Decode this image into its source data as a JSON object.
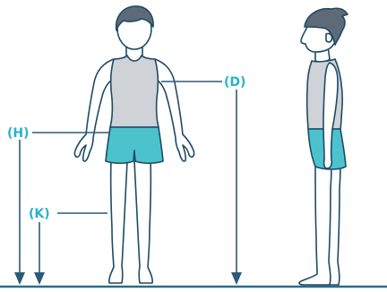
{
  "labels": {
    "D": "(D)",
    "H": "(H)",
    "K": "(K)"
  },
  "colors": {
    "label": "#27b3c6",
    "line": "#2d5a78",
    "skin": "#ffffff",
    "outline": "#1e4a66",
    "hair": "#5f6a78",
    "shirt": "#cfd2d6",
    "shorts": "#4cc3cc",
    "floor": "#2d6a8a"
  },
  "figures": {
    "front": "front-view-figure",
    "side": "side-view-figure"
  }
}
